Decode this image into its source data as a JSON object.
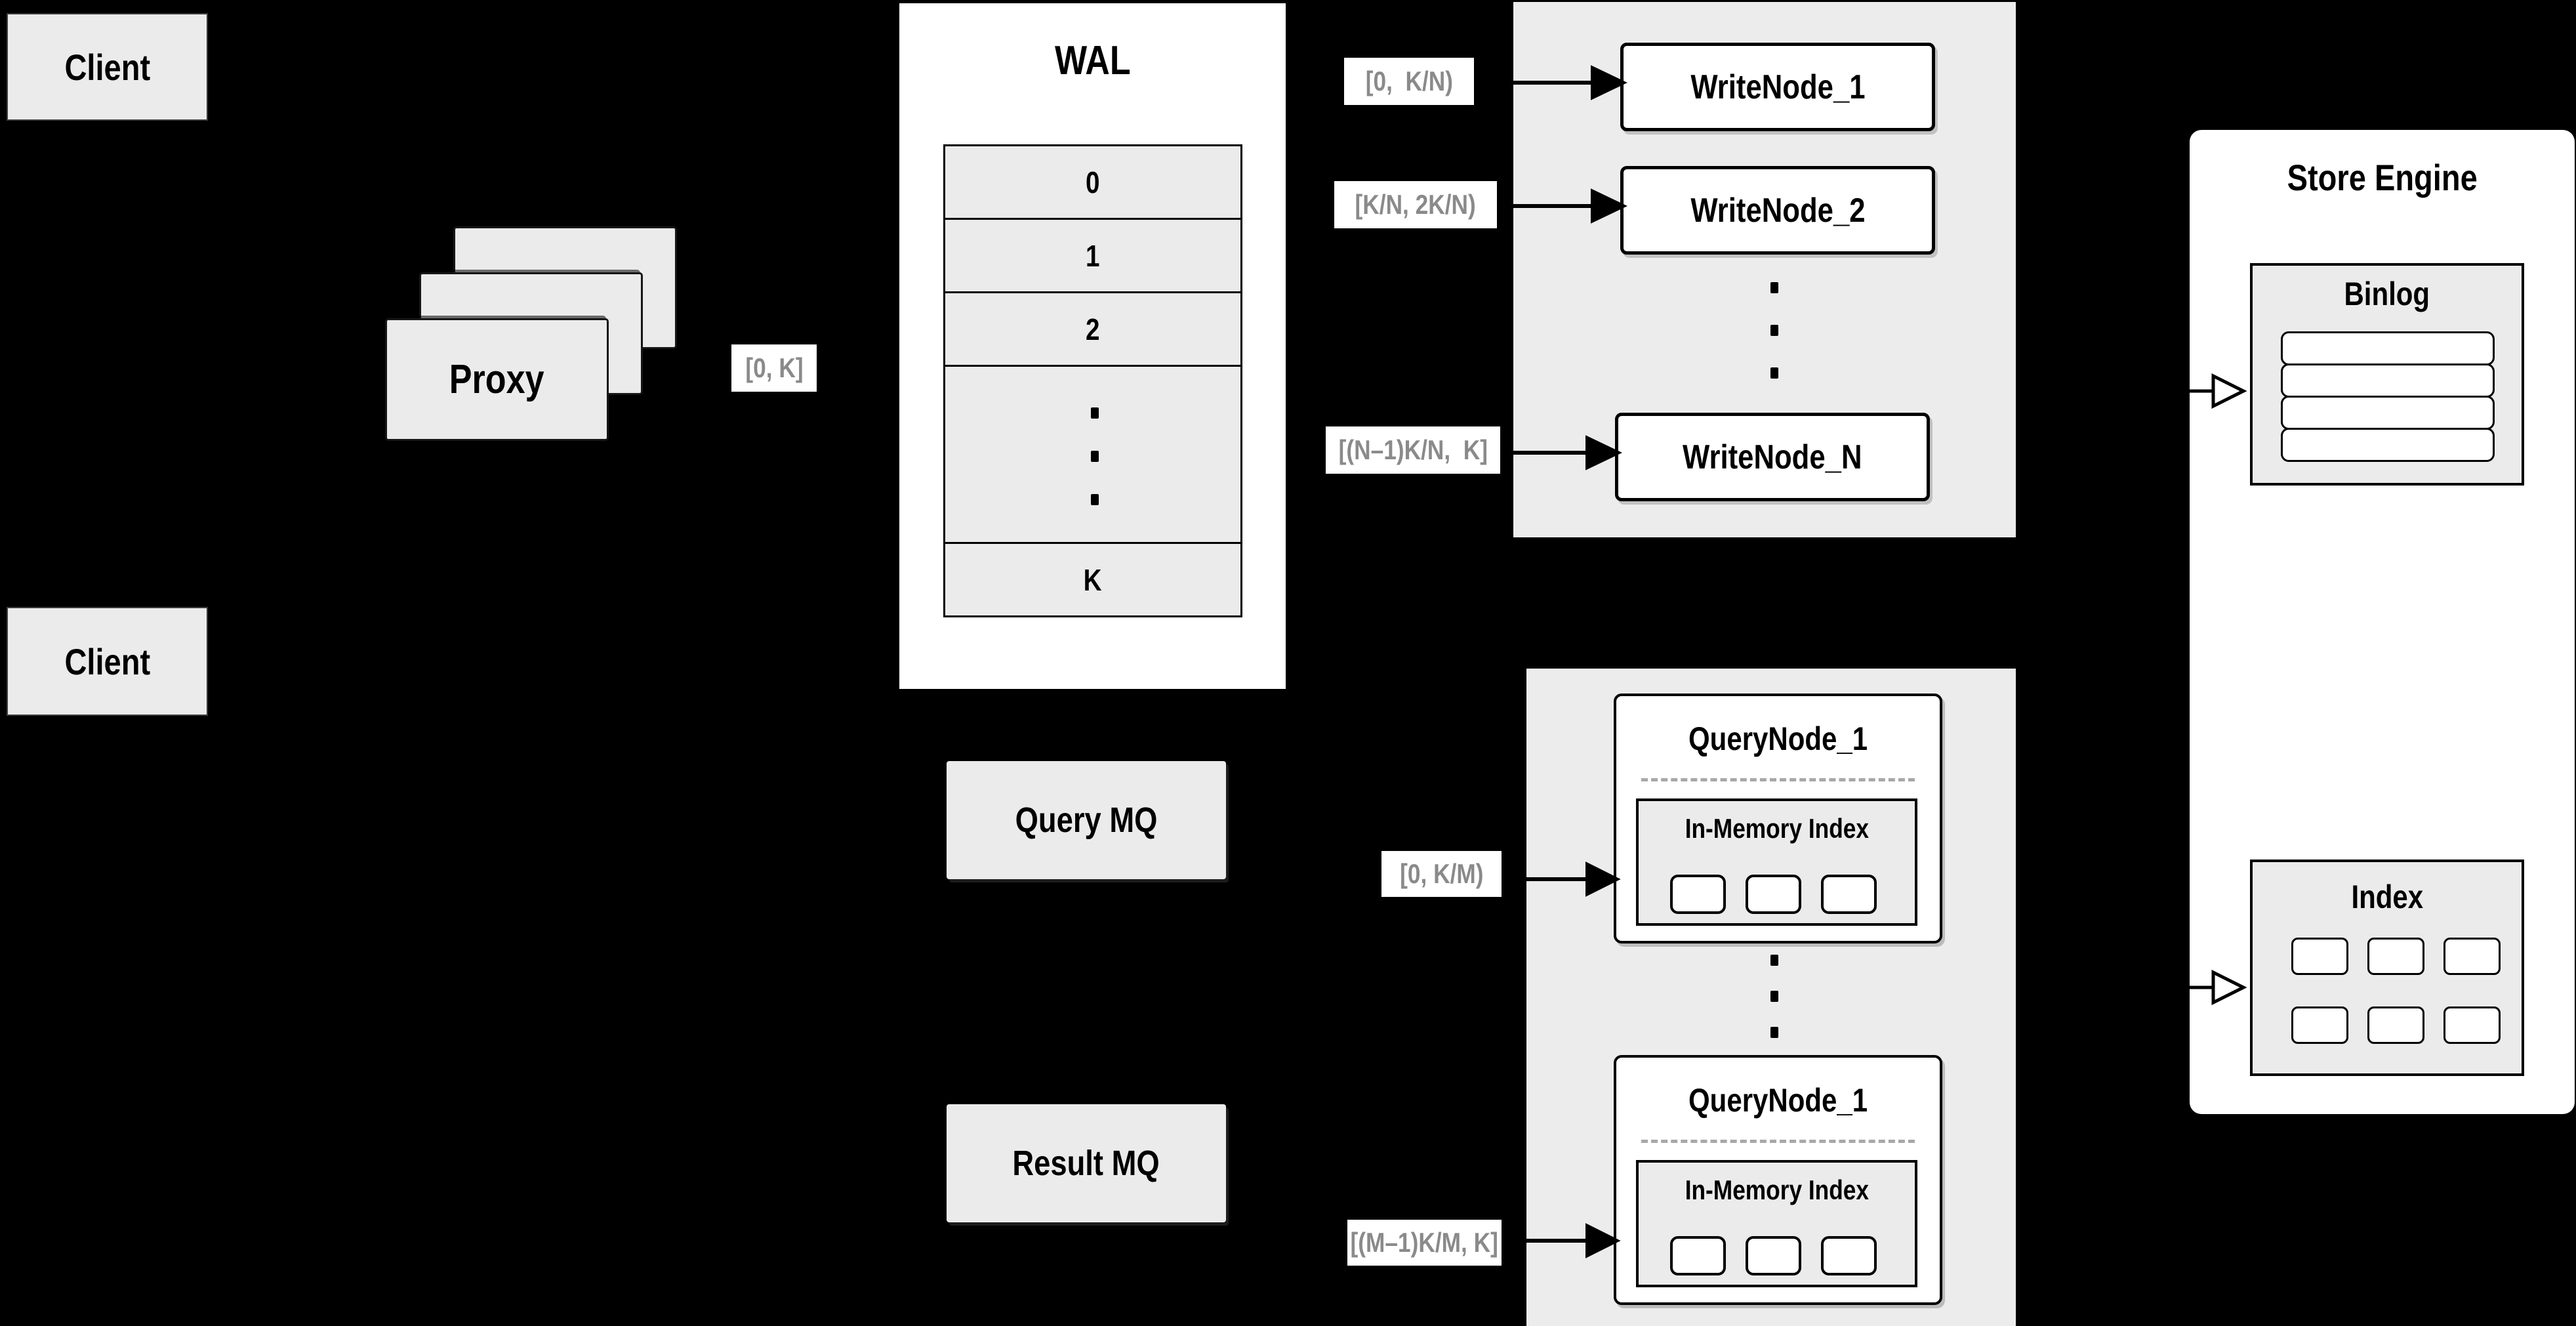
{
  "colors": {
    "background": "#000000",
    "panel_gray": "#ececec",
    "box_gray": "#ebebeb",
    "box_white": "#ffffff",
    "line_black": "#000000",
    "range_label_text": "#8a8a8a"
  },
  "clients": {
    "top": "Client",
    "bottom": "Client"
  },
  "proxy": {
    "label": "Proxy"
  },
  "range_labels": {
    "proxy_wal": "[0, K]",
    "wn1": "[0,  K/N)",
    "wn2": "[K/N, 2K/N)",
    "wnN": "[(N–1)K/N,  K]",
    "qn1": "[0, K/M)",
    "qn2": "[(M–1)K/M, K]"
  },
  "wal": {
    "title": "WAL",
    "rows": [
      "0",
      "1",
      "2",
      "K"
    ]
  },
  "write_nodes": {
    "n1": "WriteNode_1",
    "n2": "WriteNode_2",
    "nN": "WriteNode_N"
  },
  "store_engine": {
    "title": "Store Engine",
    "binlog": "Binlog",
    "index": "Index"
  },
  "mq": {
    "query": "Query MQ",
    "result": "Result MQ"
  },
  "query_nodes": {
    "top": {
      "title": "QueryNode_1",
      "inner": "In-Memory Index"
    },
    "bottom": {
      "title": "QueryNode_1",
      "inner": "In-Memory Index"
    }
  }
}
